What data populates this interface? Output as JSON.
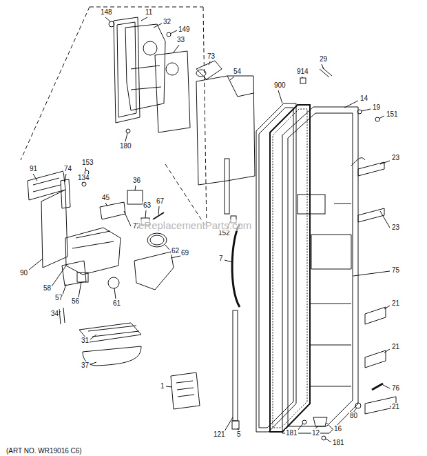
{
  "diagram": {
    "labels": [
      "148",
      "11",
      "32",
      "149",
      "33",
      "73",
      "54",
      "29",
      "914",
      "900",
      "14",
      "19",
      "151",
      "180",
      "91",
      "74",
      "153",
      "134",
      "36",
      "45",
      "63",
      "67",
      "23",
      "23",
      "72",
      "152",
      "62",
      "69",
      "7",
      "75",
      "90",
      "58",
      "57",
      "56",
      "61",
      "34",
      "31",
      "21",
      "21",
      "37",
      "1",
      "76",
      "21",
      "80",
      "16",
      "181",
      "12",
      "181",
      "121",
      "5",
      "(ART NO. WR19016 C6)",
      "eReplacementParts.com"
    ]
  }
}
